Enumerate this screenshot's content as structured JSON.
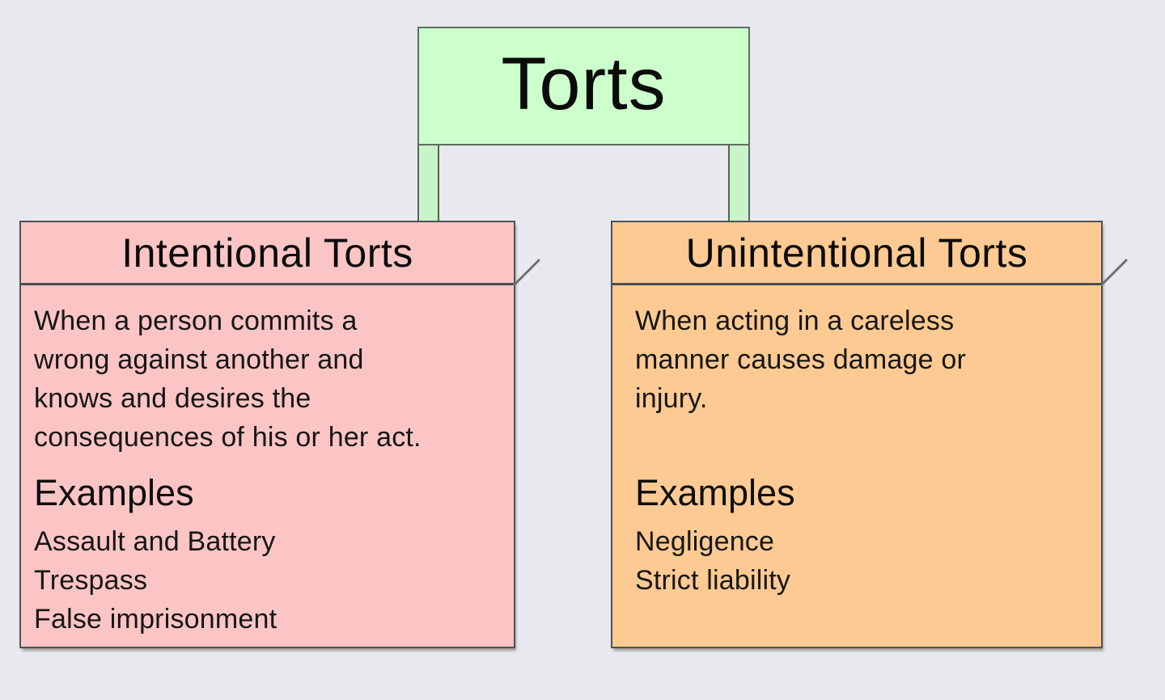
{
  "diagram": {
    "root": {
      "label": "Torts"
    },
    "colors": {
      "background": "#e8e9ee",
      "root_fill": "#ccffcc",
      "connector_fill": "#c9f4c9",
      "intentional_fill": "#fcc5c5",
      "unintentional_fill": "#fcca92",
      "border": "#4e5257",
      "text": "#0b0b0b"
    }
  },
  "cards": [
    {
      "title": "Intentional Torts",
      "description": "When a person commits a wrong against another and knows and desires the consequences of his or her act.",
      "description_lines": [
        "When a person commits a",
        "wrong against another and",
        "knows and desires the",
        "consequences of his or her act."
      ],
      "examples_title": "Examples",
      "examples": [
        "Assault and Battery",
        "Trespass",
        "False imprisonment"
      ]
    },
    {
      "title": "Unintentional Torts",
      "description": "When acting in a careless manner causes damage or injury.",
      "description_lines": [
        "When acting in a careless",
        "manner causes damage or",
        "injury."
      ],
      "examples_title": "Examples",
      "examples": [
        "Negligence",
        "Strict liability"
      ]
    }
  ]
}
